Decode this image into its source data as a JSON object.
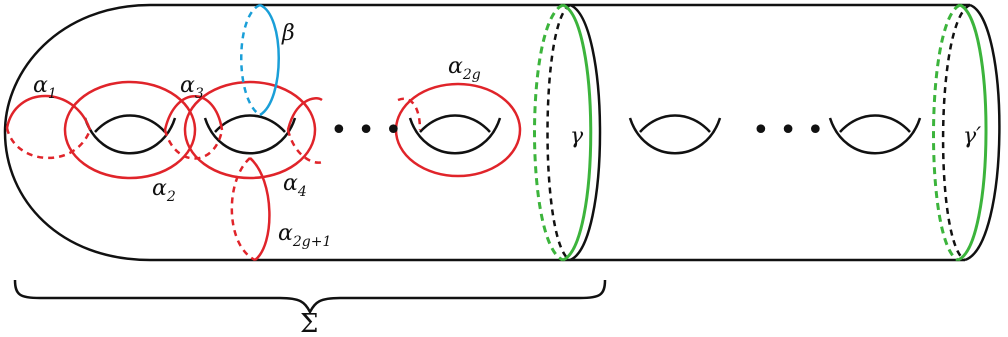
{
  "colors": {
    "outline": "#111111",
    "alpha_curves": "#e0242a",
    "beta_curve": "#1a9fd8",
    "gamma_curves": "#3cb43c"
  },
  "labels": {
    "alpha1_base": "α",
    "alpha1_sub": "1",
    "alpha2_base": "α",
    "alpha2_sub": "2",
    "alpha3_base": "α",
    "alpha3_sub": "3",
    "alpha4_base": "α",
    "alpha4_sub": "4",
    "alpha2g_base": "α",
    "alpha2g_sub": "2g",
    "alpha2g1_base": "α",
    "alpha2g1_sub": "2g+1",
    "beta": "β",
    "gamma": "γ",
    "gamma_prime": "γ′",
    "sigma": "Σ"
  },
  "ellipsis": {
    "left": "• • •",
    "right": "• • •"
  }
}
